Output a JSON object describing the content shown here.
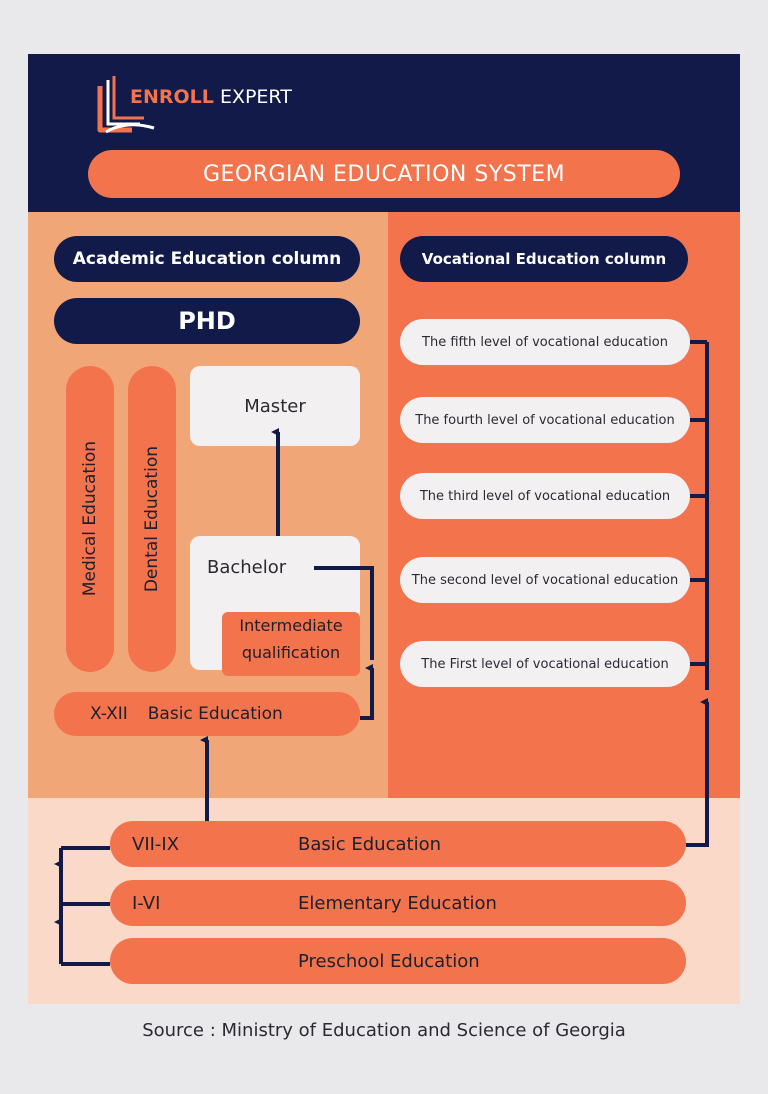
{
  "header": {
    "logo_text_bold": "ENROLL",
    "logo_text_rest": "EXPERT",
    "title": "GEORGIAN EDUCATION SYSTEM"
  },
  "academic": {
    "heading": "Academic Education column",
    "phd": "PHD",
    "medical": "Medical Education",
    "dental": "Dental Education",
    "master": "Master",
    "bachelor": "Bachelor",
    "intermediate_line1": "Intermediate",
    "intermediate_line2": "qualification",
    "basic_grade": "X-XII",
    "basic_label": "Basic Education"
  },
  "vocational": {
    "heading": "Vocational Education column",
    "levels": [
      "The fifth level of vocational education",
      "The fourth level of vocational education",
      "The third level of vocational education",
      "The second level of vocational education",
      "The First level of vocational education"
    ]
  },
  "basic": [
    {
      "grade": "VII-IX",
      "label": "Basic Education"
    },
    {
      "grade": "I-VI",
      "label": "Elementary Education"
    },
    {
      "grade": "",
      "label": "Preschool Education"
    }
  ],
  "source": "Source : Ministry of Education and Science of Georgia",
  "colors": {
    "navy": "#121a4a",
    "orange": "#f2734c",
    "light_orange": "#f0a676",
    "peach": "#fbd9c9",
    "light_gray": "#f2f0f1"
  }
}
